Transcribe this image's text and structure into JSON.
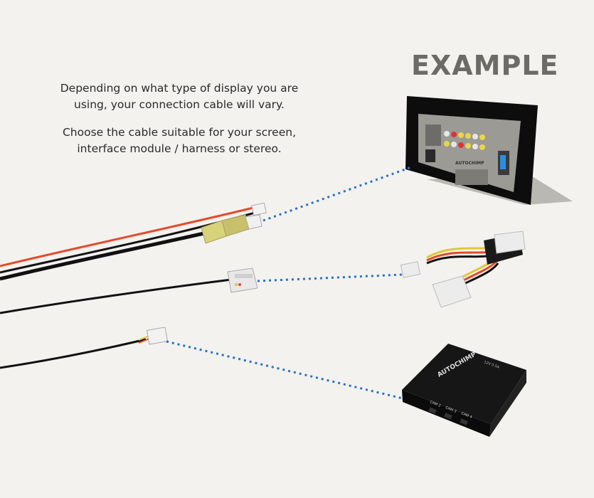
{
  "header": {
    "title": "EXAMPLE"
  },
  "description": {
    "line1": "Depending on what type of display you are using, your connection cable will vary.",
    "line2": "Choose the cable suitable for your screen, interface module / harness or stereo."
  },
  "devices": {
    "stereo_brand": "AUTOCHIMP",
    "module_brand": "AUTOCHIMP",
    "module_top_label": "12V 0.5A",
    "cam_ports": [
      "CAM 2",
      "CAM 3",
      "CAM 4"
    ]
  },
  "colors": {
    "background": "#f3f2ee",
    "title": "#6d6b66",
    "dotted_link": "#2a72c4",
    "wire_red": "#e64a2e",
    "wire_black": "#141414",
    "rca_yellow": "#d8d27a"
  }
}
